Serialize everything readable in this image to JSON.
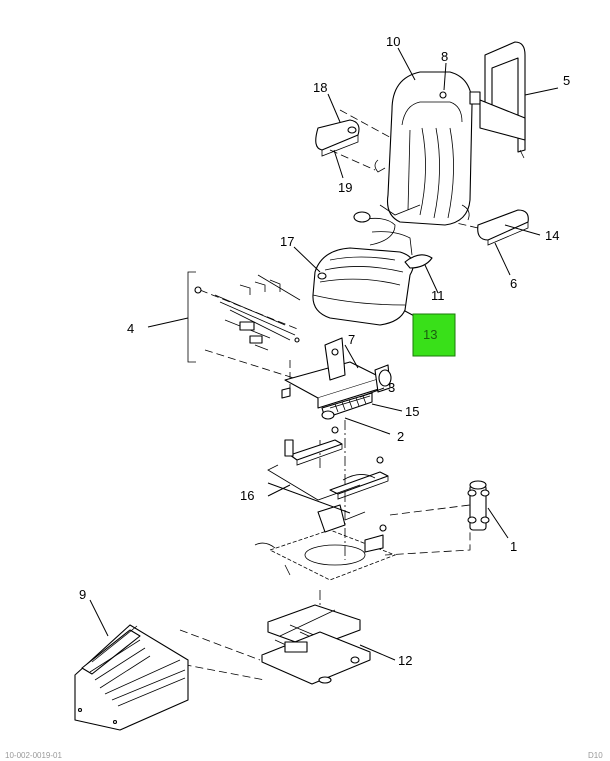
{
  "callouts": {
    "c1": "1",
    "c2": "2",
    "c3": "3",
    "c4": "4",
    "c5": "5",
    "c6": "6",
    "c7": "7",
    "c8": "8",
    "c9": "9",
    "c10": "10",
    "c11": "11",
    "c12": "12",
    "c13": "13",
    "c14": "14",
    "c15": "15",
    "c16": "16",
    "c17": "17",
    "c18": "18",
    "c19": "19"
  },
  "highlight": {
    "label": "13",
    "color": "#39e019"
  },
  "footer": {
    "left": "10-002-0019-01",
    "right": "D10"
  }
}
